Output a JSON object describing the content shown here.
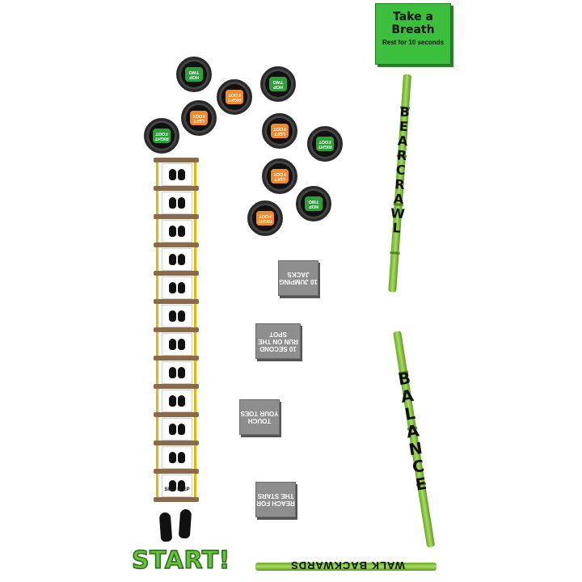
{
  "breath": {
    "title": "Take a Breath",
    "subtitle": "Rest for 10 seconds"
  },
  "tires": [
    {
      "color": "green",
      "text": "HOP TWO"
    },
    {
      "color": "orange",
      "text": "LEFT FOOT"
    },
    {
      "color": "green",
      "text": "RIGHT FOOT"
    },
    {
      "color": "orange",
      "text": "RIGHT FOOT"
    },
    {
      "color": "green",
      "text": "HOP TWO"
    },
    {
      "color": "orange",
      "text": "LEFT FOOT"
    },
    {
      "color": "green",
      "text": "RIGHT FOOT"
    },
    {
      "color": "orange",
      "text": "LEFT FOOT"
    },
    {
      "color": "green",
      "text": "HOP TWO"
    },
    {
      "color": "orange",
      "text": "RIGHT FOOT"
    }
  ],
  "ladder": {
    "label": "SIDE STEP",
    "rungs": 12
  },
  "start": {
    "label": "START!"
  },
  "tiles": {
    "jacks": "10 JUMPING JACKS",
    "run": "10 SECOND RUN ON THE SPOT",
    "toes": "TOUCH YOUR TOES",
    "stars": "REACH FOR THE STARS"
  },
  "stations": {
    "bear_crawl": "BEARCRAWL",
    "balance": "BALANCE",
    "walk_backwards": "WALK BACKWARDS"
  }
}
